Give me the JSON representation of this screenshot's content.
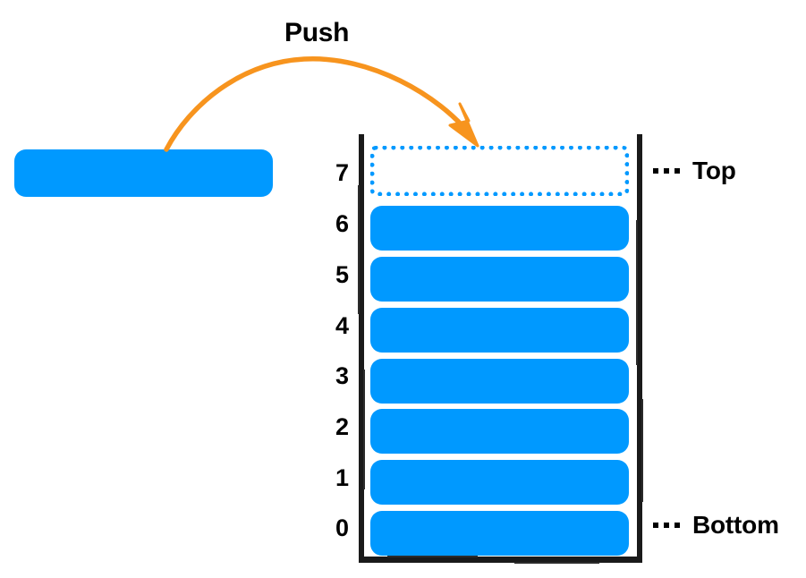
{
  "diagram": {
    "title_label": "Push",
    "colors": {
      "block_blue": "#0099ff",
      "arrow_orange": "#f7941e",
      "container_black": "#1a1a1a",
      "background": "#ffffff"
    },
    "incoming_element": {
      "name": "incoming-block",
      "fill": "#0099ff"
    },
    "arrow": {
      "name": "push-arrow",
      "color": "#f7941e",
      "from": "incoming-block",
      "to": "empty-slot-7"
    },
    "stack": {
      "slots": [
        {
          "index": "7",
          "state": "empty",
          "annotation": "Top",
          "ellipsis": "···"
        },
        {
          "index": "6",
          "state": "filled",
          "annotation": "",
          "ellipsis": ""
        },
        {
          "index": "5",
          "state": "filled",
          "annotation": "",
          "ellipsis": ""
        },
        {
          "index": "4",
          "state": "filled",
          "annotation": "",
          "ellipsis": ""
        },
        {
          "index": "3",
          "state": "filled",
          "annotation": "",
          "ellipsis": ""
        },
        {
          "index": "2",
          "state": "filled",
          "annotation": "",
          "ellipsis": ""
        },
        {
          "index": "1",
          "state": "filled",
          "annotation": "",
          "ellipsis": ""
        },
        {
          "index": "0",
          "state": "filled",
          "annotation": "Bottom",
          "ellipsis": "···"
        }
      ],
      "top_label": "Top",
      "bottom_label": "Bottom"
    }
  }
}
